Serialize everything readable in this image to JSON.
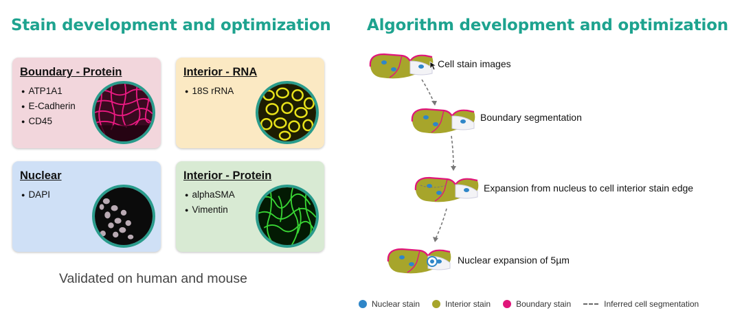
{
  "titles": {
    "left": "Stain development and optimization",
    "right": "Algorithm development and optimization"
  },
  "cards": {
    "boundary": {
      "title": "Boundary - Protein",
      "items": [
        "ATP1A1",
        "E-Cadherin",
        "CD45"
      ],
      "color": "#f2d6dc",
      "stain_color": "#e0157a"
    },
    "rna": {
      "title": "Interior - RNA",
      "items": [
        "18S rRNA"
      ],
      "color": "#fbe9c3",
      "stain_color": "#d8d414"
    },
    "nuclear": {
      "title": "Nuclear",
      "items": [
        "DAPI"
      ],
      "color": "#cfe0f6",
      "stain_color": "#c9b9c2"
    },
    "interior_protein": {
      "title": "Interior - Protein",
      "items": [
        "alphaSMA",
        "Vimentin"
      ],
      "color": "#d8ead3",
      "stain_color": "#2ec42a"
    }
  },
  "footer_note": "Validated on human and mouse",
  "steps": [
    "Cell stain images",
    "Boundary segmentation",
    "Expansion from nucleus to cell interior stain edge",
    "Nuclear expansion of 5µm"
  ],
  "legend": [
    {
      "label": "Nuclear stain",
      "color": "#2f86c8",
      "icon": "circle"
    },
    {
      "label": "Interior stain",
      "color": "#a7a52b",
      "icon": "circle"
    },
    {
      "label": "Boundary stain",
      "color": "#e0157a",
      "icon": "circle"
    },
    {
      "label": "Inferred cell segmentation",
      "color": "#666666",
      "icon": "dashed-line"
    }
  ],
  "accent": "#1ea38f"
}
